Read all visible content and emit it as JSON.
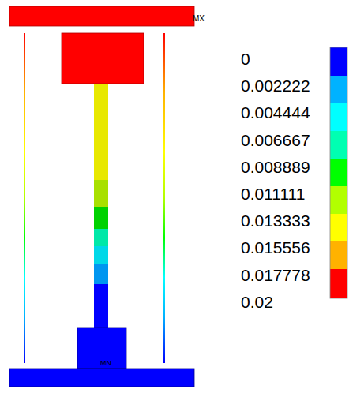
{
  "diagram": {
    "labels": [
      "MX",
      "MN",
      "0",
      "0.002222",
      "0.004444",
      "0.006667",
      "0.008889",
      "0.011111",
      "0.013333",
      "0.015556",
      "0.017778",
      "0.02"
    ]
  }
}
